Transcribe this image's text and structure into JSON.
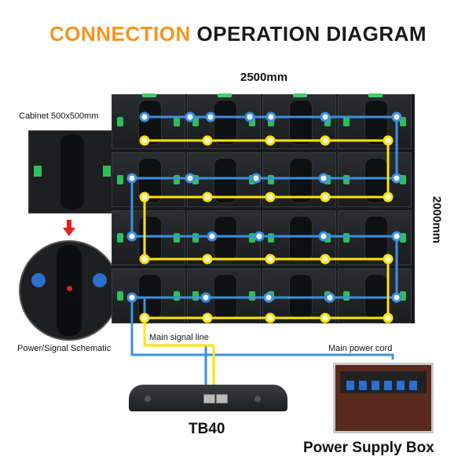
{
  "title": {
    "accent": "CONNECTION",
    "rest": "OPERATION DIAGRAM"
  },
  "dimensions": {
    "width": "2500mm",
    "height": "2000mm"
  },
  "cabinet_label": "Cabinet 500x500mm",
  "schematic_label": "Power/Signal Schematic",
  "signal_line_label": "Main signal line",
  "power_cord_label": "Main power cord",
  "controller_name": "TB40",
  "power_box_name": "Power Supply Box",
  "colors": {
    "accent": "#f7941d",
    "signal": "#3d8fe0",
    "power": "#ffe400",
    "arrow": "#e3231c"
  }
}
